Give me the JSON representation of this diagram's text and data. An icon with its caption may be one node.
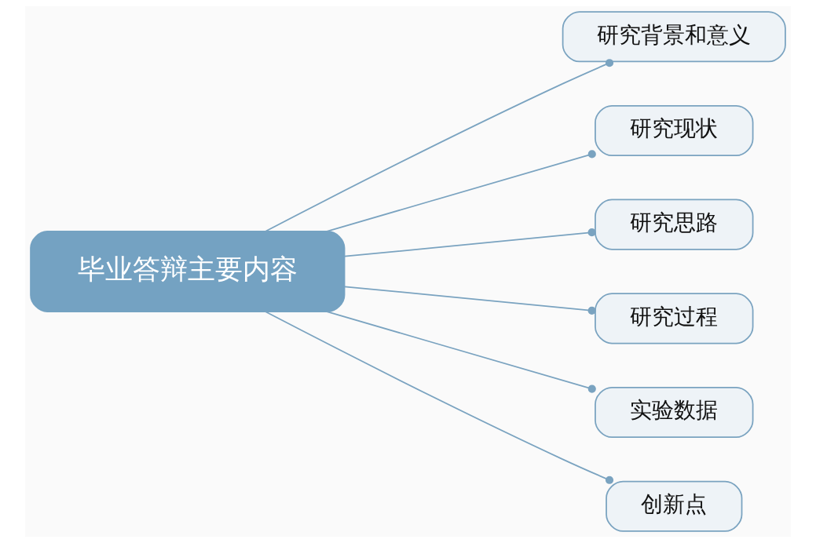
{
  "diagram": {
    "nodes": [
      {
        "text": [
          "毕业答辩主要内容"
        ]
      },
      {
        "text": [
          "研究背景和意义"
        ]
      },
      {
        "text": [
          "研究现状"
        ]
      },
      {
        "text": [
          "研究思路"
        ]
      },
      {
        "text": [
          "研究过程"
        ]
      },
      {
        "text": [
          "实验数据"
        ]
      },
      {
        "text": [
          "创新点"
        ]
      }
    ],
    "edges": [
      {
        "from": 0,
        "to": 1,
        "arrow": "other"
      },
      {
        "from": 0,
        "to": 2,
        "arrow": "other"
      },
      {
        "from": 0,
        "to": 3,
        "arrow": "other"
      },
      {
        "from": 0,
        "to": 4,
        "arrow": "other"
      },
      {
        "from": 0,
        "to": 5,
        "arrow": "other"
      },
      {
        "from": 0,
        "to": 6,
        "arrow": "other"
      }
    ]
  }
}
